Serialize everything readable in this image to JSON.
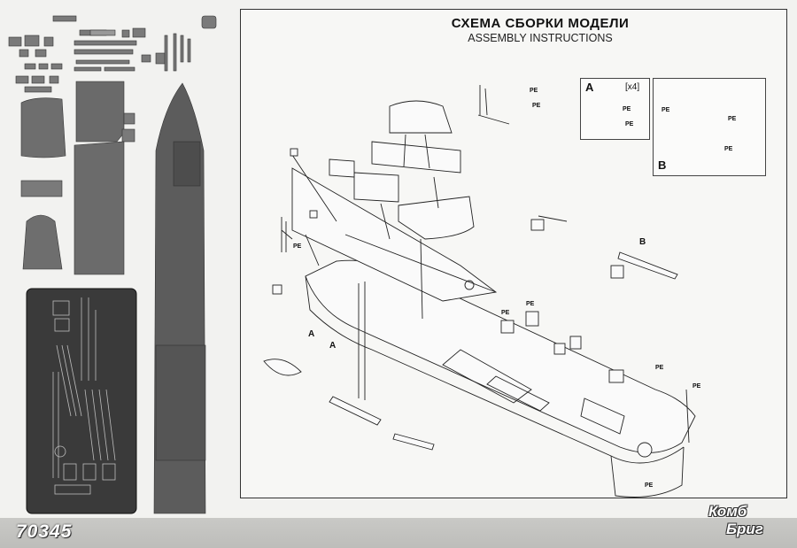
{
  "document": {
    "title_ru": "СХЕМА СБОРКИ МОДЕЛИ",
    "title_en": "ASSEMBLY INSTRUCTIONS",
    "product_code": "70345",
    "brand_line1": "Комб",
    "brand_line2": "Бриг"
  },
  "labels": {
    "pe": "PE",
    "step_a": "A",
    "step_b": "B",
    "multiplier": "[x4]"
  },
  "colors": {
    "sprue": "#6f6f6f",
    "sprue_dark": "#4e4e4e",
    "etch_fret": "#3c3c3c",
    "line": "#222222",
    "footer": "#c4c4c1"
  }
}
